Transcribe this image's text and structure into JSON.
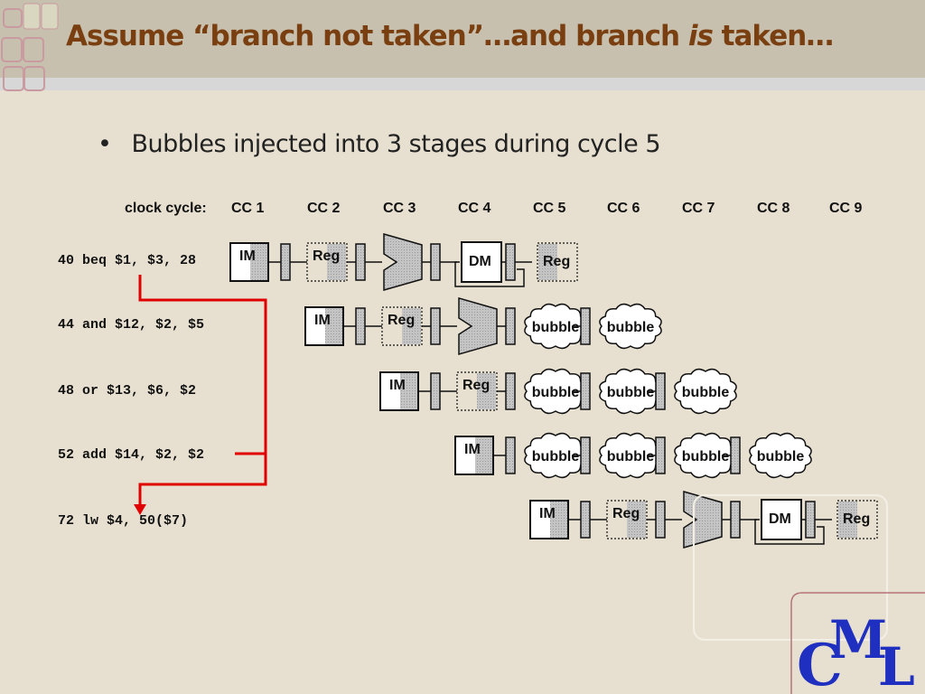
{
  "title": {
    "prefix": "Assume “branch not taken”…and branch ",
    "emph": "is",
    "suffix": " taken…"
  },
  "bullet": "Bubbles injected into 3 stages during cycle 5",
  "clock_label": "clock cycle:",
  "cycles": [
    "CC 1",
    "CC 2",
    "CC 3",
    "CC 4",
    "CC 5",
    "CC 6",
    "CC 7",
    "CC 8",
    "CC 9"
  ],
  "instructions": [
    "40 beq $1, $3, 28",
    "44 and $12, $2, $5",
    "48 or $13, $6, $2",
    "52 add $14, $2, $2",
    "72 lw $4, 50($7)"
  ],
  "stage_labels": {
    "im": "IM",
    "reg": "Reg",
    "dm": "DM",
    "bubble": "bubble"
  },
  "logo": {
    "c": "C",
    "m": "M",
    "l": "L"
  },
  "colors": {
    "title": "#7a3f10",
    "arrow": "#e00000",
    "logo": "#1f2fbf"
  }
}
